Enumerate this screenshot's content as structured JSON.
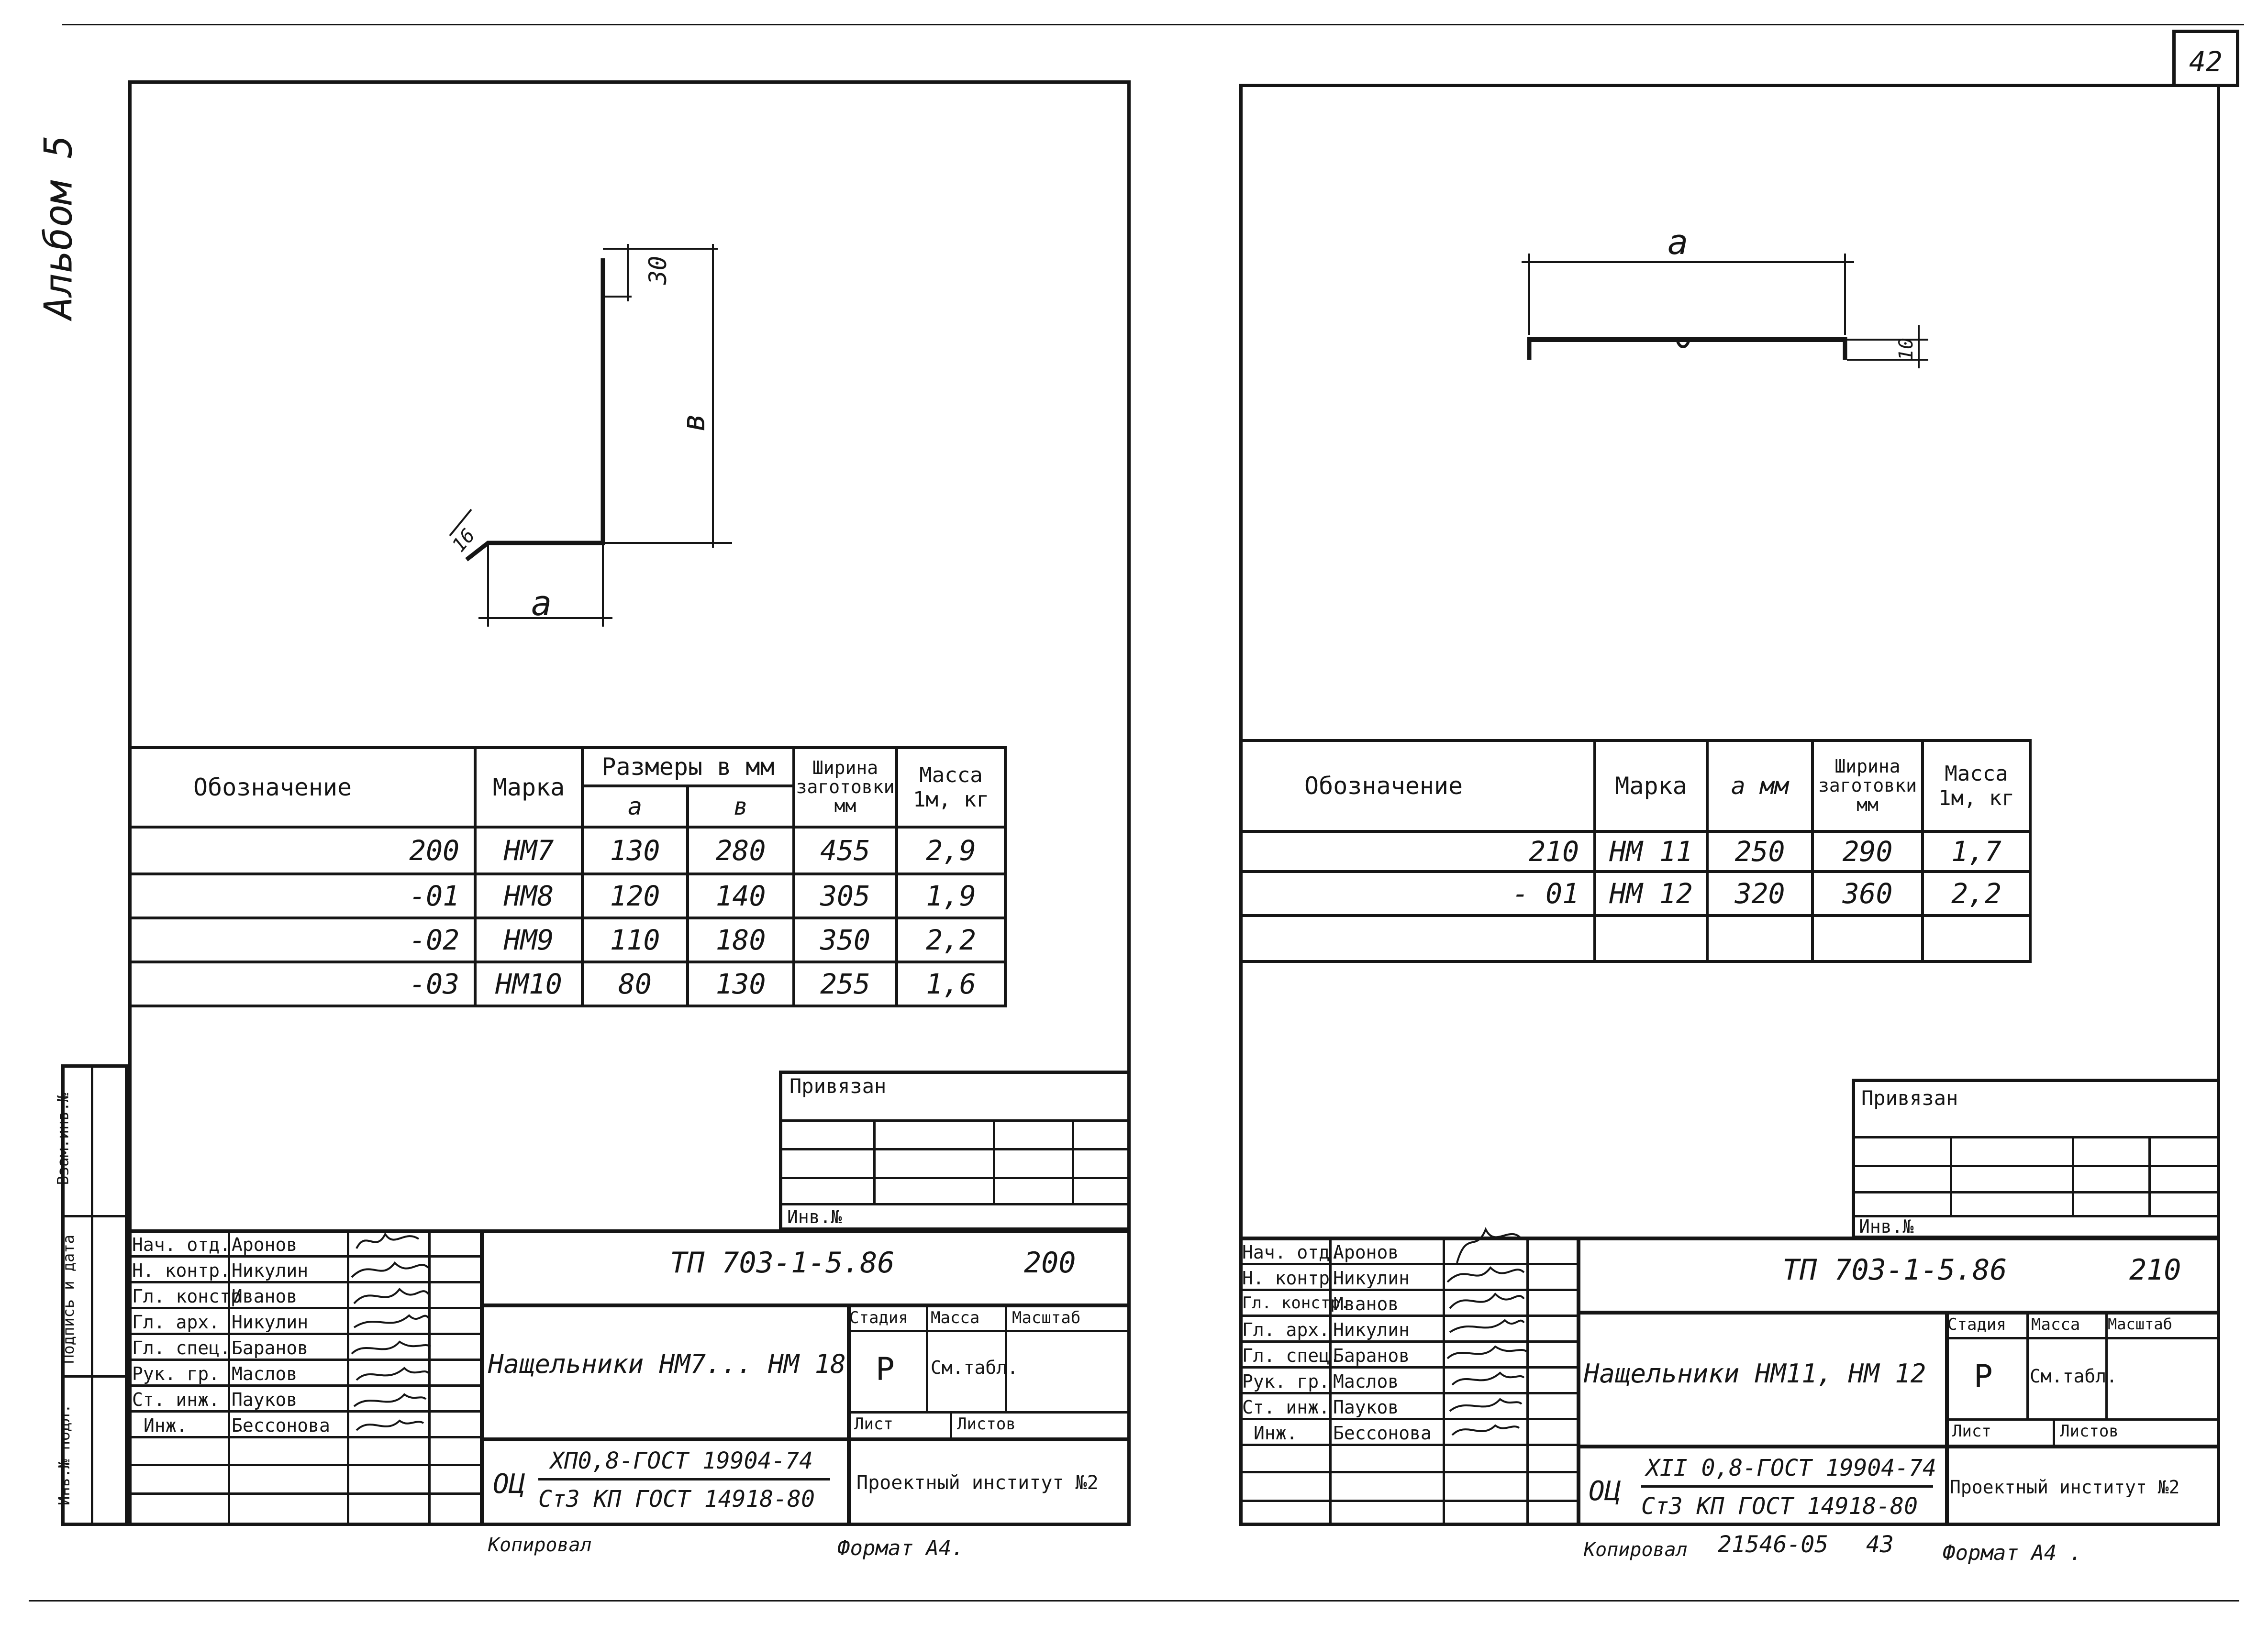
{
  "page": {
    "sheet_number": "42",
    "album": "Альбом 5"
  },
  "side_strip": {
    "labels": [
      "Взам.инв.№",
      "Подпись и дата",
      "Инв.№ подл."
    ]
  },
  "left": {
    "drawing": {
      "dim_top": "30",
      "dim_height": "в",
      "dim_width": "а",
      "dim_flange": "16"
    },
    "table": {
      "headers": {
        "designation": "Обозначение",
        "mark": "Марка",
        "dims": "Размеры в мм",
        "a": "а",
        "b": "в",
        "blank_width": "Ширина заготовки мм",
        "mass": "Масса 1м, кг"
      },
      "rows": [
        {
          "designation": "200",
          "mark": "НМ7",
          "a": "130",
          "b": "280",
          "width": "455",
          "mass": "2,9"
        },
        {
          "designation": "-01",
          "mark": "НМ8",
          "a": "120",
          "b": "140",
          "width": "305",
          "mass": "1,9"
        },
        {
          "designation": "-02",
          "mark": "НМ9",
          "a": "110",
          "b": "180",
          "width": "350",
          "mass": "2,2"
        },
        {
          "designation": "-03",
          "mark": "НМ10",
          "a": "80",
          "b": "130",
          "width": "255",
          "mass": "1,6"
        }
      ]
    },
    "linked_box": {
      "title": "Привязан",
      "inv": "Инв.№"
    },
    "stamp": {
      "roles": [
        "Нач. отд.",
        "Н. контр.",
        "Гл. констр",
        "Гл. арх.",
        "Гл. спец.",
        "Рук. гр.",
        "Ст. инж.",
        "Инж."
      ],
      "names": [
        "Аронов",
        "Никулин",
        "Иванов",
        "Никулин",
        "Баранов",
        "Маслов",
        "Пауков",
        "Бессонова"
      ],
      "code": "ТП 703-1-5.86",
      "sheet_code": "200",
      "title": "Нащельники НМ7... НМ 18",
      "stage_label": "Стадия",
      "mass_label": "Масса",
      "scale_label": "Масштаб",
      "stage": "Р",
      "mass": "См.табл.",
      "sheet_label": "Лист",
      "sheets_label": "Листов",
      "material_prefix": "ОЦ",
      "material_top": "ХП0,8-ГОСТ 19904-74",
      "material_bottom": "Ст3 КП ГОСТ 14918-80",
      "org": "Проектный институт №2"
    },
    "footer": {
      "copied": "Копировал",
      "format": "Формат А4."
    }
  },
  "right": {
    "drawing": {
      "dim_width": "а",
      "dim_height": "10"
    },
    "table": {
      "headers": {
        "designation": "Обозначение",
        "mark": "Марка",
        "a": "а мм",
        "blank_width": "Ширина заготовки мм",
        "mass": "Масса 1м, кг"
      },
      "rows": [
        {
          "designation": "210",
          "mark": "НМ 11",
          "a": "250",
          "width": "290",
          "mass": "1,7"
        },
        {
          "designation": "- 01",
          "mark": "НМ 12",
          "a": "320",
          "width": "360",
          "mass": "2,2"
        },
        {
          "designation": "",
          "mark": "",
          "a": "",
          "width": "",
          "mass": ""
        }
      ]
    },
    "linked_box": {
      "title": "Привязан",
      "inv": "Инв.№"
    },
    "stamp": {
      "roles": [
        "Нач. отд.",
        "Н. контр.",
        "Гл. констр.",
        "Гл. арх.",
        "Гл. спец.",
        "Рук. гр.",
        "Ст. инж.",
        "Инж."
      ],
      "names": [
        "Аронов",
        "Никулин",
        "Иванов",
        "Никулин",
        "Баранов",
        "Маслов",
        "Пауков",
        "Бессонова"
      ],
      "code": "ТП 703-1-5.86",
      "sheet_code": "210",
      "title": "Нащельники НМ11, НМ 12",
      "stage_label": "Стадия",
      "mass_label": "Масса",
      "scale_label": "Масштаб",
      "stage": "Р",
      "mass": "См.табл.",
      "sheet_label": "Лист",
      "sheets_label": "Листов",
      "material_prefix": "ОЦ",
      "material_top": "ХII 0,8-ГОСТ 19904-74",
      "material_bottom": "Ст3 КП ГОСТ 14918-80",
      "org": "Проектный институт №2"
    },
    "footer": {
      "copied": "Копировал",
      "number": "21546-05",
      "number2": "43",
      "format": "Формат А4 ."
    }
  }
}
